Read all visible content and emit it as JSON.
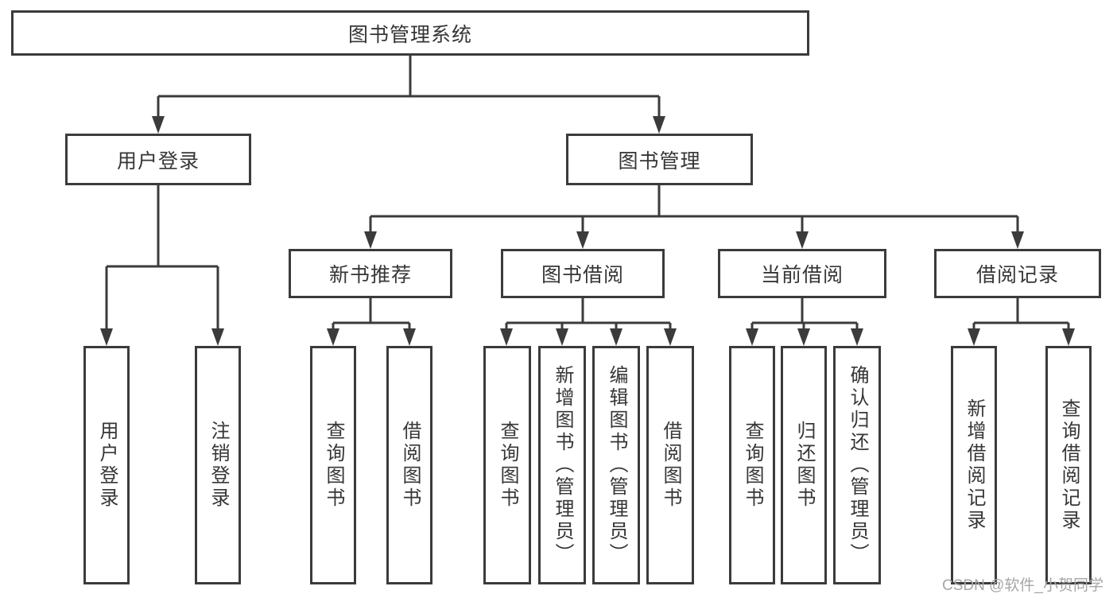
{
  "nodes": {
    "root": "图书管理系统",
    "user_login": "用户登录",
    "book_mgmt": "图书管理",
    "new_books": "新书推荐",
    "book_borrow": "图书借阅",
    "current_borrow": "当前借阅",
    "borrow_records": "借阅记录",
    "leaf_user_login": "用户登录",
    "leaf_logout": "注销登录",
    "leaf_nb_query": "查询图书",
    "leaf_nb_borrow": "借阅图书",
    "leaf_bb_query": "查询图书",
    "leaf_bb_add": "新增图书（管理员）",
    "leaf_bb_edit": "编辑图书（管理员）",
    "leaf_bb_borrow": "借阅图书",
    "leaf_cb_query": "查询图书",
    "leaf_cb_return": "归还图书",
    "leaf_cb_confirm": "确认归还（管理员）",
    "leaf_br_add": "新增借阅记录",
    "leaf_br_query": "查询借阅记录"
  },
  "watermark": "CSDN @软件_小贺同学",
  "colors": {
    "line": "#3b3b3b",
    "text": "#363636",
    "watermark": "#a6a6a6",
    "background": "#ffffff"
  }
}
